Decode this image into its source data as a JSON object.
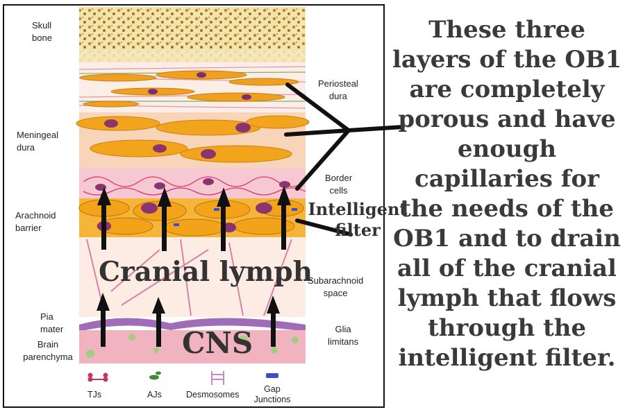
{
  "left_labels": {
    "skull_bone": [
      "Skull",
      "bone"
    ],
    "meningeal_dura": [
      "Meningeal",
      "dura"
    ],
    "arachnoid_barrier": [
      "Arachnoid",
      "barrier"
    ],
    "pia_mater": [
      "Pia",
      "mater"
    ],
    "brain_parenchyma": [
      "Brain",
      "parenchyma"
    ]
  },
  "right_labels": {
    "periosteal_dura": [
      "Periosteal",
      "dura"
    ],
    "border_cells": [
      "Border",
      "cells"
    ],
    "subarachnoid_space": [
      "Subarachnoid",
      "space"
    ],
    "glia_limitans": [
      "Glia",
      "limitans"
    ]
  },
  "overlay": {
    "intelligent_filter": [
      "Intelligent",
      "filter"
    ],
    "cranial_lymph": "Cranial lymph",
    "cns": "CNS"
  },
  "legend": {
    "tjs": "TJs",
    "ajs": "AJs",
    "desmosomes": "Desmosomes",
    "gap_junctions": [
      "Gap",
      "Junctions"
    ]
  },
  "statement_lines": [
    "These three",
    "layers of the  OB1",
    "are completely",
    "porous and have",
    "enough",
    "capillaries for",
    "the needs of the",
    "OB1 and to drain",
    "all of the cranial",
    "lymph that flows",
    "through the",
    "intelligent filter."
  ],
  "colors": {
    "skull": "#efdca0",
    "dura_orange": "#f2a51c",
    "tissue_pink": "#fbe2d8",
    "border_pink": "#f7c7d2",
    "cns_pink": "#f4b6c3",
    "membrane_purple": "#9b6ab0",
    "arrow_black": "#111111"
  }
}
